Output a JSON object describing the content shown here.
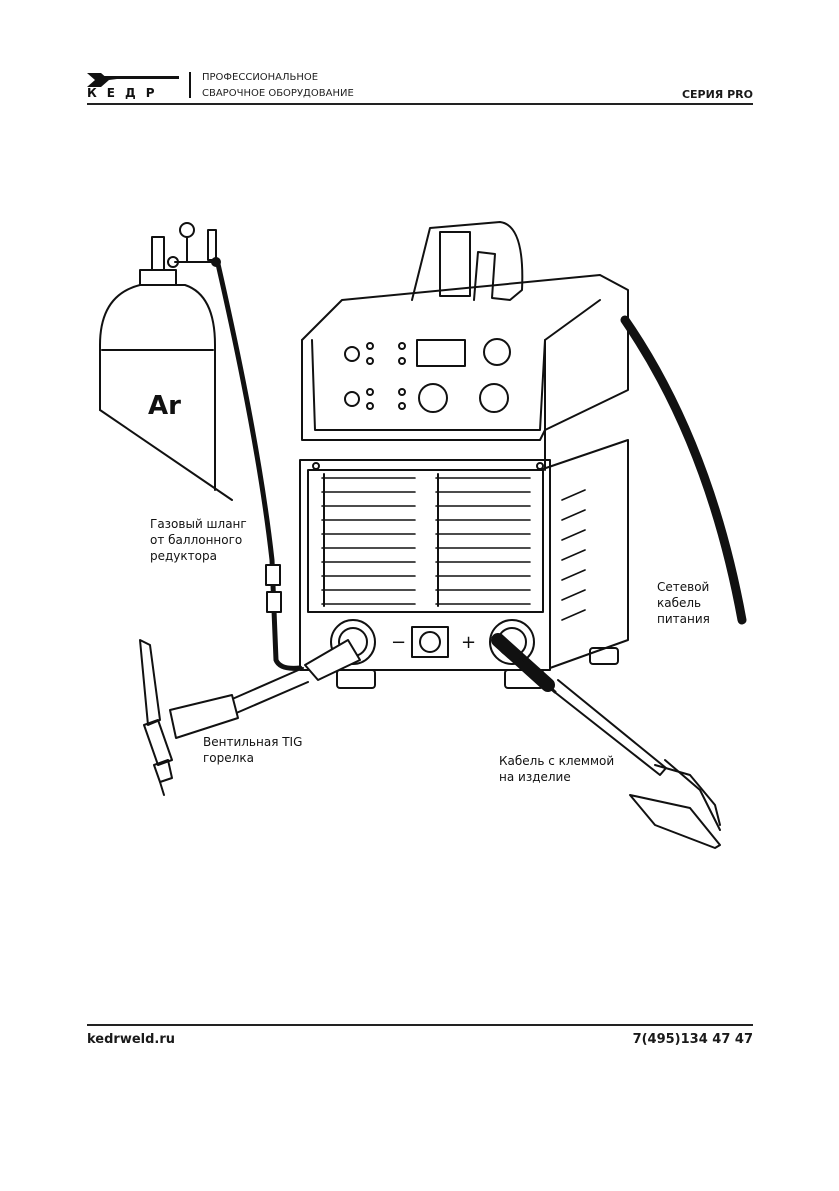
{
  "header": {
    "brand": "КЕДР",
    "tagline_line1": "ПРОФЕССИОНАЛЬНОЕ",
    "tagline_line2": "СВАРОЧНОЕ ОБОРУДОВАНИЕ",
    "series": "СЕРИЯ PRO"
  },
  "diagram": {
    "cylinder_label": "Ar",
    "minus_sign": "−",
    "plus_sign": "+",
    "labels": {
      "gas_hose": [
        "Газовый шланг",
        "от баллонного",
        "редуктора"
      ],
      "power_cable": [
        "Сетевой",
        "кабель",
        "питания"
      ],
      "tig_torch": [
        "Вентильная TIG",
        "горелка"
      ],
      "clamp_cable": [
        "Кабель с клеммой",
        "на изделие"
      ]
    }
  },
  "footer": {
    "website": "kedrweld.ru",
    "phone": "7(495)134 47 47"
  }
}
